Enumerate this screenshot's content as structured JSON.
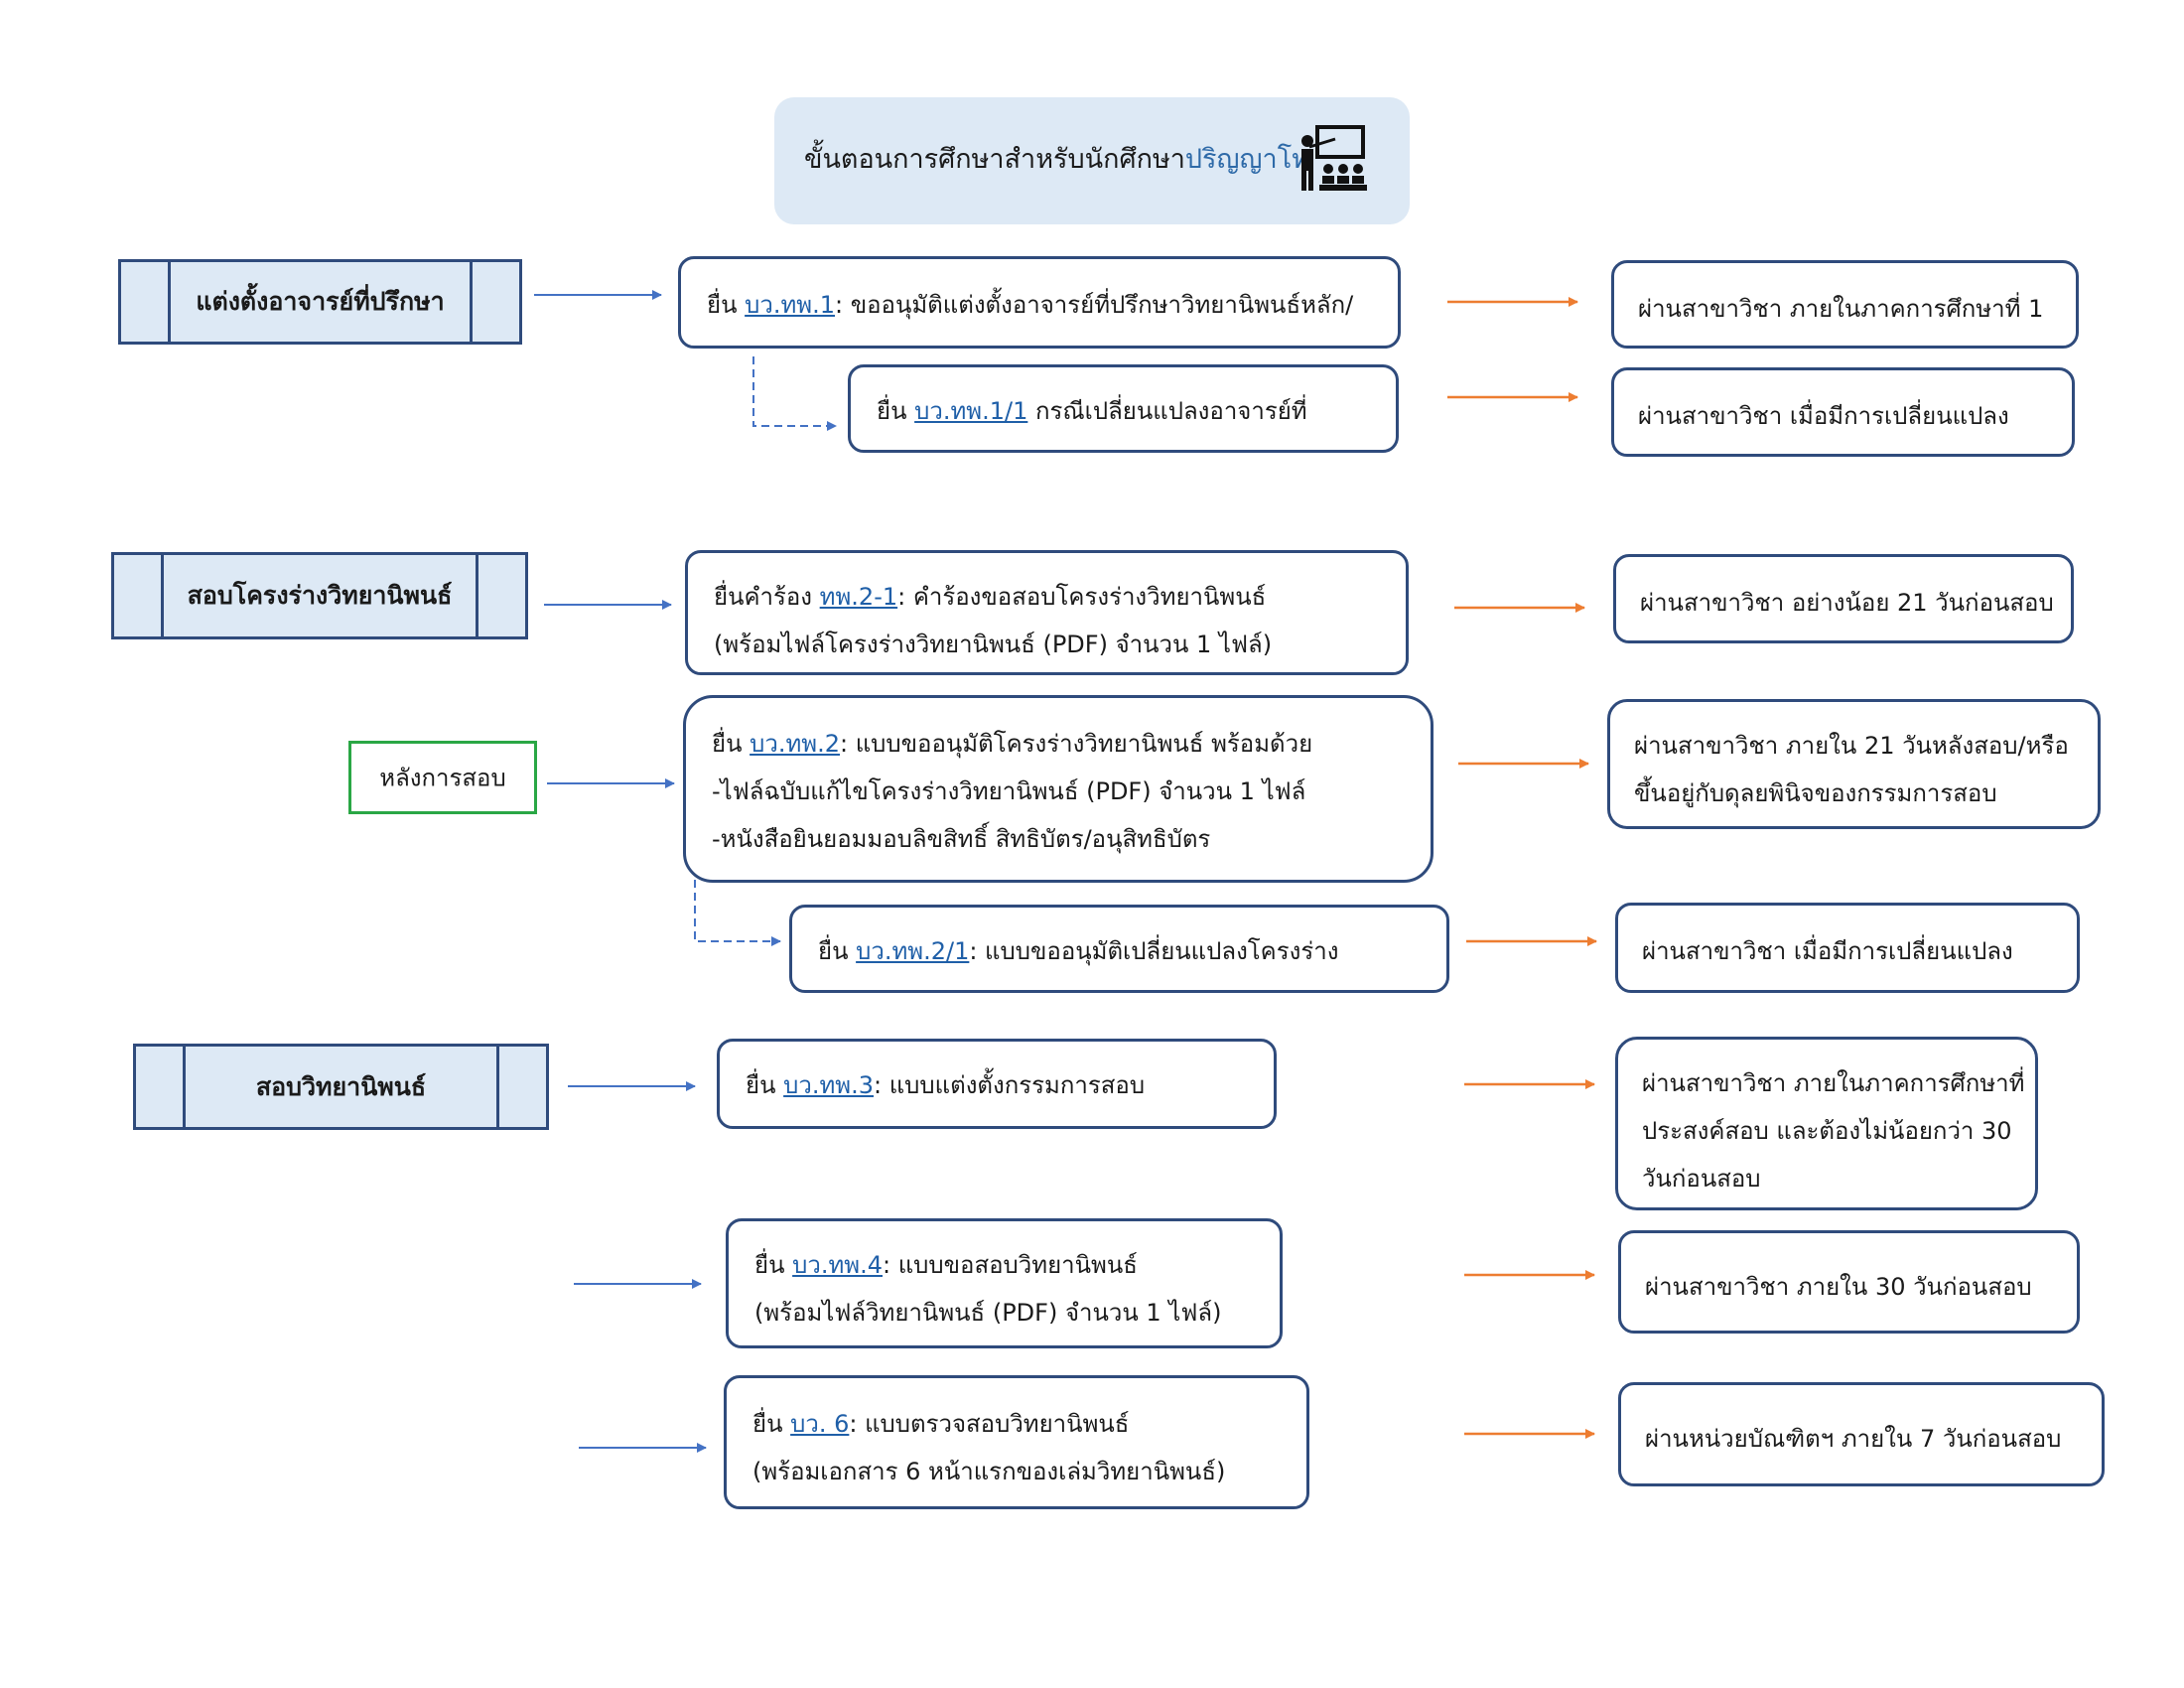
{
  "title": {
    "prefix": "ขั้นตอนการศึกษาสำหรับนักศึกษา",
    "accent": "ปริญญาโท",
    "icon": "teacher-presentation-icon"
  },
  "stages": [
    {
      "label": "แต่งตั้งอาจารย์ที่ปรึกษา"
    },
    {
      "label": "สอบโครงร่างวิทยานิพนธ์"
    },
    {
      "label": "สอบวิทยานิพนธ์"
    }
  ],
  "after_exam": {
    "label": "หลังการสอบ"
  },
  "steps": [
    {
      "lines": [
        {
          "pre": "ยื่น ",
          "link": "บว.ทพ.1",
          "post": ": ขออนุมัติแต่งตั้งอาจารย์ที่ปรึกษาวิทยานิพนธ์หลัก/"
        }
      ],
      "result": [
        "ผ่านสาขาวิชา ภายในภาคการศึกษาที่ 1"
      ]
    },
    {
      "lines": [
        {
          "pre": "ยื่น ",
          "link": "บว.ทพ.1/1",
          "post": " กรณีเปลี่ยนแปลงอาจารย์ที่"
        }
      ],
      "result": [
        "ผ่านสาขาวิชา เมื่อมีการเปลี่ยนแปลง"
      ]
    },
    {
      "lines": [
        {
          "pre": "ยื่นคำร้อง ",
          "link": "ทพ.2-1",
          "post": ": คำร้องขอสอบโครงร่างวิทยานิพนธ์"
        },
        {
          "pre": "(พร้อมไฟล์โครงร่างวิทยานิพนธ์ (PDF) จำนวน 1 ไฟล์)",
          "link": "",
          "post": ""
        }
      ],
      "result": [
        "ผ่านสาขาวิชา อย่างน้อย 21 วันก่อนสอบ"
      ]
    },
    {
      "lines": [
        {
          "pre": "ยื่น ",
          "link": "บว.ทพ.2",
          "post": ": แบบขออนุมัติโครงร่างวิทยานิพนธ์ พร้อมด้วย"
        },
        {
          "pre": "-ไฟล์ฉบับแก้ไขโครงร่างวิทยานิพนธ์ (PDF) จำนวน 1 ไฟล์",
          "link": "",
          "post": ""
        },
        {
          "pre": "-หนังสือยินยอมมอบลิขสิทธิ์ สิทธิบัตร/อนุสิทธิบัตร",
          "link": "",
          "post": ""
        }
      ],
      "result": [
        "ผ่านสาขาวิชา ภายใน 21 วันหลังสอบ/หรือ",
        "ขึ้นอยู่กับดุลยพินิจของกรรมการสอบ"
      ]
    },
    {
      "lines": [
        {
          "pre": "ยื่น ",
          "link": "บว.ทพ.2/1",
          "post": ": แบบขออนุมัติเปลี่ยนแปลงโครงร่าง"
        }
      ],
      "result": [
        "ผ่านสาขาวิชา เมื่อมีการเปลี่ยนแปลง"
      ]
    },
    {
      "lines": [
        {
          "pre": "ยื่น ",
          "link": "บว.ทพ.3",
          "post": ": แบบแต่งตั้งกรรมการสอบ"
        }
      ],
      "result": [
        "ผ่านสาขาวิชา ภายในภาคการศึกษาที่",
        "ประสงค์สอบ และต้องไม่น้อยกว่า 30",
        "วันก่อนสอบ"
      ]
    },
    {
      "lines": [
        {
          "pre": "ยื่น ",
          "link": "บว.ทพ.4",
          "post": ": แบบขอสอบวิทยานิพนธ์"
        },
        {
          "pre": "(พร้อมไฟล์วิทยานิพนธ์ (PDF) จำนวน 1 ไฟล์)",
          "link": "",
          "post": ""
        }
      ],
      "result": [
        "ผ่านสาขาวิชา ภายใน 30 วันก่อนสอบ"
      ]
    },
    {
      "lines": [
        {
          "pre": "ยื่น ",
          "link": "บว. 6",
          "post": ": แบบตรวจสอบวิทยานิพนธ์"
        },
        {
          "pre": "(พร้อมเอกสาร 6 หน้าแรกของเล่มวิทยานิพนธ์)",
          "link": "",
          "post": ""
        }
      ],
      "result": [
        "ผ่านหน่วยบัณฑิตฯ ภายใน 7 วันก่อนสอบ"
      ]
    }
  ],
  "colors": {
    "box_border": "#2f4b7c",
    "stage_fill": "#dde9f5",
    "blue_arrow": "#4472c4",
    "orange_arrow": "#ed7d31",
    "after_border": "#2aa745"
  }
}
